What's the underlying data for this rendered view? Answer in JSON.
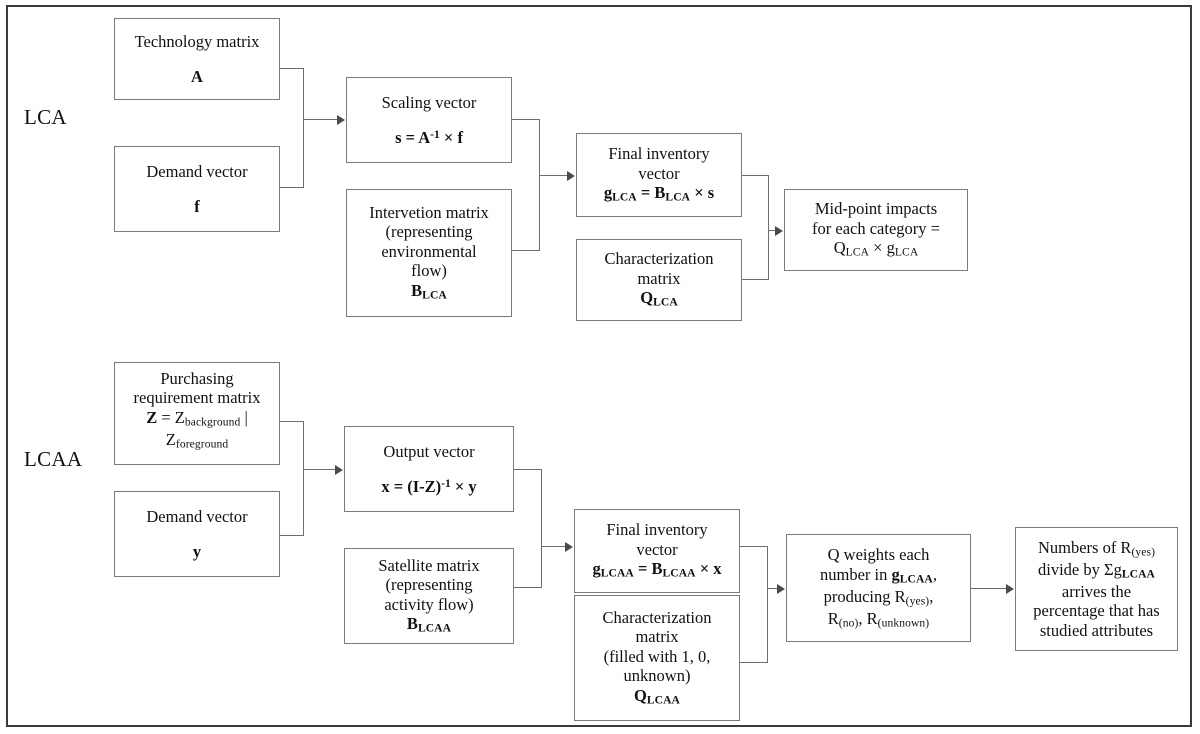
{
  "figure": {
    "title": "LCA and LCAA computational framework flowchart",
    "border_color": "#3a3a3a",
    "box_border_color": "#7a7a7a",
    "connector_color": "#6e6e6e",
    "background": "#ffffff"
  },
  "sections": [
    {
      "id": "lca",
      "label": "LCA"
    },
    {
      "id": "lcaa",
      "label": "LCAA"
    }
  ],
  "lca": {
    "technology_matrix": {
      "line1": "Technology matrix",
      "symbol": "A"
    },
    "demand_vector": {
      "line1": "Demand vector",
      "symbol": "f"
    },
    "scaling_vector": {
      "line1": "Scaling vector",
      "formula_lhs": "s",
      "formula_eq": " = ",
      "formula_A": "A",
      "formula_exp": "-1",
      "formula_times": " × ",
      "formula_f": "f"
    },
    "intervention_matrix": {
      "line1": "Intervetion matrix",
      "line2": "(representing",
      "line3": "environmental",
      "line4": "flow)",
      "symbol": "B",
      "symbol_sub": "LCA"
    },
    "final_inventory_vector": {
      "line1": "Final inventory",
      "line2": "vector",
      "formula_g": "g",
      "formula_g_sub": "LCA",
      "formula_eq": " = ",
      "formula_B": "B",
      "formula_B_sub": "LCA",
      "formula_times": " × ",
      "formula_s": "s"
    },
    "characterization_matrix": {
      "line1": "Characterization",
      "line2": "matrix",
      "symbol": "Q",
      "symbol_sub": "LCA"
    },
    "midpoint_impacts": {
      "line1": "Mid-point impacts",
      "line2": "for each category =",
      "formula_Q": "Q",
      "formula_Q_sub": "LCA",
      "formula_times": " × ",
      "formula_g": "g",
      "formula_g_sub": "LCA"
    }
  },
  "lcaa": {
    "purchasing_requirement_matrix": {
      "line1": "Purchasing",
      "line2": "requirement matrix",
      "symbol_Z": "Z",
      "eq": " = ",
      "z_background": "Z",
      "z_background_sub": "background",
      "pipe": " |",
      "z_foreground": "Z",
      "z_foreground_sub": "foreground"
    },
    "demand_vector": {
      "line1": "Demand vector",
      "symbol": "y"
    },
    "output_vector": {
      "line1": "Output vector",
      "formula_x": "x",
      "formula_eq": " = ",
      "formula_IZ": "(I-Z)",
      "formula_exp": "-1",
      "formula_times": " × ",
      "formula_y": "y"
    },
    "satellite_matrix": {
      "line1": "Satellite matrix",
      "line2": "(representing",
      "line3": "activity flow)",
      "symbol": "B",
      "symbol_sub": "LCAA"
    },
    "final_inventory_vector": {
      "line1": "Final inventory",
      "line2": "vector",
      "formula_g": "g",
      "formula_g_sub": "LCAA",
      "formula_eq": " = ",
      "formula_B": "B",
      "formula_B_sub": "LCAA",
      "formula_times": " × ",
      "formula_x": "x"
    },
    "characterization_matrix": {
      "line1": "Characterization",
      "line2": "matrix",
      "line3": "(filled with 1, 0,",
      "line4": "unknown)",
      "symbol": "Q",
      "symbol_sub": "LCAA"
    },
    "q_weights": {
      "line1": "Q weights each",
      "line2_prefix": "number in ",
      "line2_g": "g",
      "line2_g_sub": "LCAA",
      "line2_suffix": ",",
      "line3_prefix": "producing R",
      "line3_sub": "(yes)",
      "line3_suffix": ",",
      "line4_R1": "R",
      "line4_R1_sub": "(no)",
      "line4_sep": ",  ",
      "line4_R2": "R",
      "line4_R2_sub": "(unknown)"
    },
    "result": {
      "line1_prefix": "Numbers of R",
      "line1_sub": "(yes)",
      "line2_prefix": "divide by Σg",
      "line2_sub": "LCAA",
      "line3": "arrives the",
      "line4": "percentage that has",
      "line5": "studied attributes"
    }
  }
}
